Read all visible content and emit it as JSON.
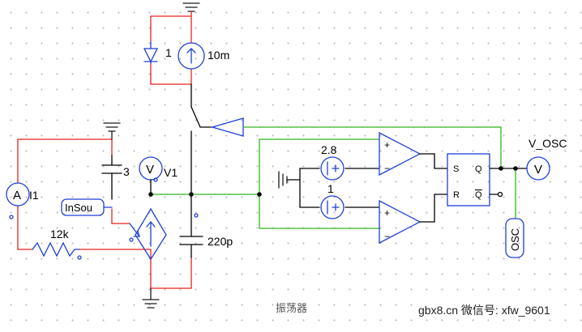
{
  "colors": {
    "wire_black": "#000000",
    "wire_red": "#e8221c",
    "wire_green": "#33b51e",
    "component_blue": "#1e3fd6",
    "ground_dark": "#1a1a1a"
  },
  "labels": {
    "diode": "1",
    "current_source": "10m",
    "capacitor_top": "3",
    "ammeter_symbol": "A",
    "ammeter_name": "I1",
    "voltmeter_symbol": "V",
    "voltmeter_name": "V1",
    "insource": "InSou",
    "resistor": "12k",
    "capacitor_main": "220p",
    "ref_high": "2.8",
    "ref_low": "1",
    "latch_s": "S",
    "latch_r": "R",
    "latch_q": "Q",
    "latch_qbar": "Q",
    "out_probe_symbol": "V",
    "out_probe_name": "V_OSC",
    "osc_probe": "OSC",
    "comp_plus": "+",
    "comp_minus": "−"
  },
  "caption": "振荡器",
  "watermark": "gbx8.cn 微信号: xfw_9601",
  "icons": {
    "ground": "ground-icon",
    "ammeter": "ammeter-icon",
    "voltmeter": "voltmeter-icon",
    "comparator": "comparator-icon",
    "switch": "switch-icon"
  }
}
